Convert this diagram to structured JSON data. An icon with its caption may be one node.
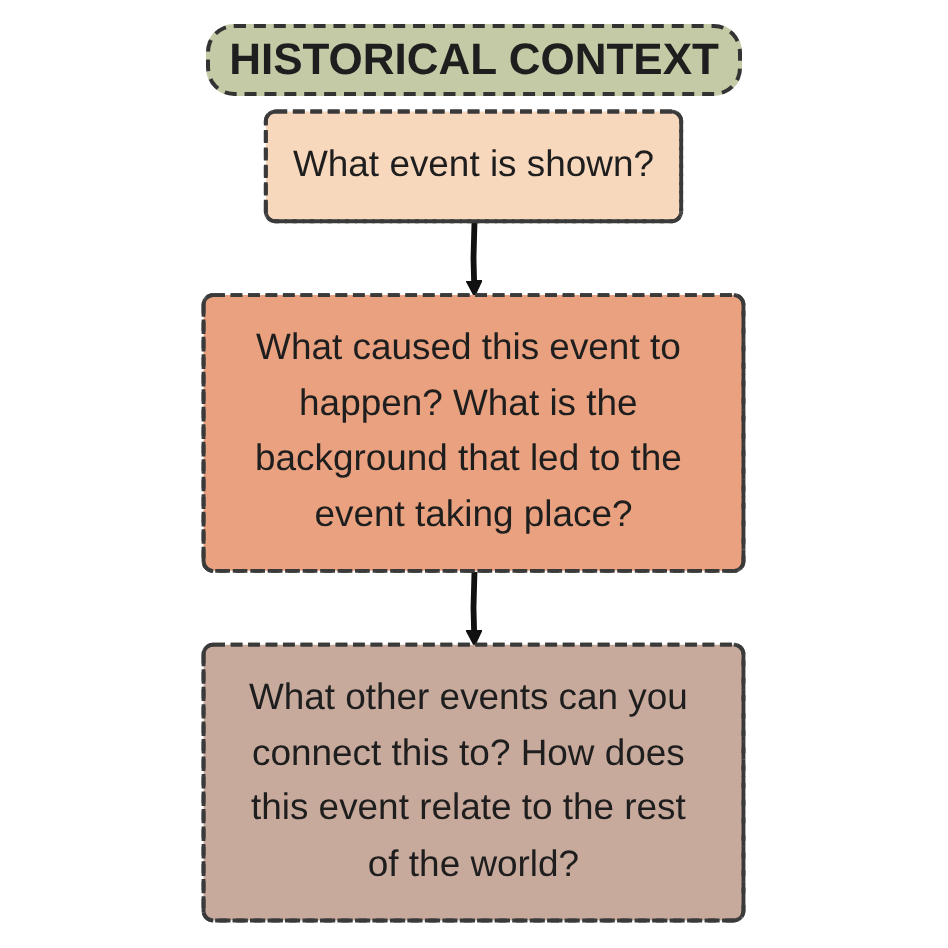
{
  "diagram": {
    "title": "HISTORICAL CONTEXT",
    "nodes": [
      {
        "text": [
          "What event is shown?"
        ]
      },
      {
        "text": [
          "What caused this event to happen? What is the background that led to the event taking place?"
        ]
      },
      {
        "text": [
          "What other events can you connect this to? How does this event relate to the rest of the world?"
        ]
      }
    ],
    "edges": [
      {
        "from": 0,
        "to": 1,
        "arrow": "to"
      },
      {
        "from": 1,
        "to": 2,
        "arrow": "to"
      }
    ]
  }
}
